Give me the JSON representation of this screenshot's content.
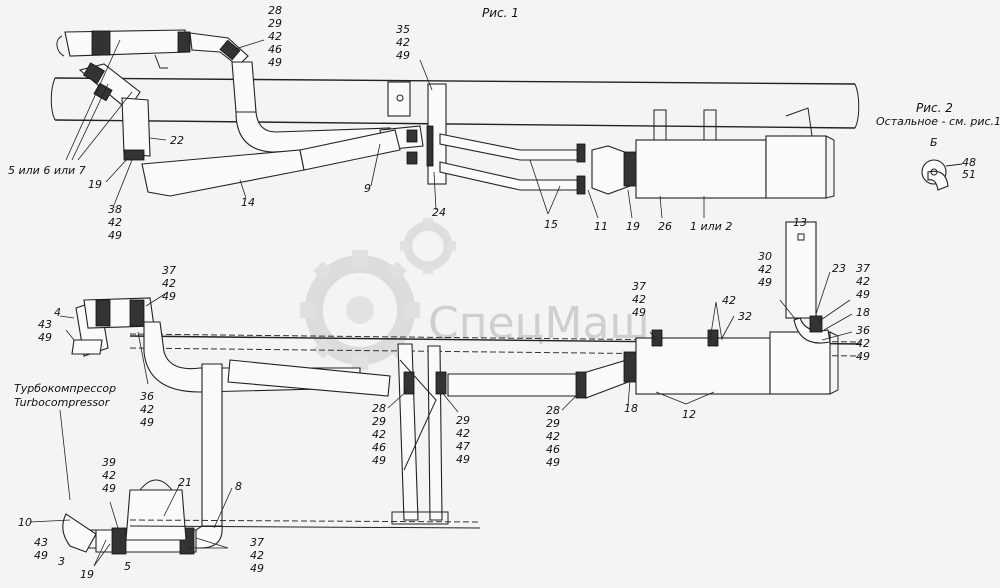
{
  "figure1": {
    "caption": "Рис. 1"
  },
  "figure2": {
    "caption": "Рис. 2",
    "subcaption": "Остальное - см. рис.1",
    "view": "Б",
    "parts": [
      "48",
      "51"
    ]
  },
  "watermark": "СпецМаш",
  "turbocharger": {
    "ru": "Турбокомпрессор",
    "en": "Turbocompressor"
  },
  "callouts_top": [
    {
      "id": "c28-top",
      "lines": [
        "28",
        "29",
        "42",
        "46",
        "49"
      ]
    },
    {
      "id": "c35",
      "lines": [
        "35",
        "42",
        "49"
      ]
    },
    {
      "id": "c22",
      "lines": [
        "22"
      ]
    },
    {
      "id": "c5or6or7",
      "lines": [
        "5 или 6 или 7"
      ]
    },
    {
      "id": "c19a",
      "lines": [
        "19"
      ]
    },
    {
      "id": "c38",
      "lines": [
        "38",
        "42",
        "49"
      ]
    },
    {
      "id": "c14",
      "lines": [
        "14"
      ]
    },
    {
      "id": "c9",
      "lines": [
        "9"
      ]
    },
    {
      "id": "c24",
      "lines": [
        "24"
      ]
    },
    {
      "id": "c15",
      "lines": [
        "15"
      ]
    },
    {
      "id": "c11",
      "lines": [
        "11"
      ]
    },
    {
      "id": "c19b",
      "lines": [
        "19"
      ]
    },
    {
      "id": "c26",
      "lines": [
        "26"
      ]
    },
    {
      "id": "c1or2",
      "lines": [
        "1 или 2"
      ]
    }
  ],
  "callouts_bottom": [
    {
      "id": "c13",
      "lines": [
        "13"
      ]
    },
    {
      "id": "c30",
      "lines": [
        "30",
        "42",
        "49"
      ]
    },
    {
      "id": "c23",
      "lines": [
        "23"
      ]
    },
    {
      "id": "c37-right",
      "lines": [
        "37",
        "42",
        "49"
      ]
    },
    {
      "id": "c18-right",
      "lines": [
        "18"
      ]
    },
    {
      "id": "c36-right",
      "lines": [
        "36",
        "42",
        "49"
      ]
    },
    {
      "id": "c37-mid",
      "lines": [
        "37",
        "42",
        "49"
      ]
    },
    {
      "id": "c42",
      "lines": [
        "42"
      ]
    },
    {
      "id": "c32",
      "lines": [
        "32"
      ]
    },
    {
      "id": "c12",
      "lines": [
        "12"
      ]
    },
    {
      "id": "c18-mid",
      "lines": [
        "18"
      ]
    },
    {
      "id": "c28-bot",
      "lines": [
        "28",
        "29",
        "42",
        "46",
        "49"
      ]
    },
    {
      "id": "c28-left",
      "lines": [
        "28",
        "29",
        "42",
        "46",
        "49"
      ]
    },
    {
      "id": "c29",
      "lines": [
        "29",
        "42",
        "47",
        "49"
      ]
    },
    {
      "id": "c37-left",
      "lines": [
        "37",
        "42",
        "49"
      ]
    },
    {
      "id": "c4",
      "lines": [
        "4"
      ]
    },
    {
      "id": "c43-top",
      "lines": [
        "43",
        "49"
      ]
    },
    {
      "id": "c36-left",
      "lines": [
        "36",
        "42",
        "49"
      ]
    },
    {
      "id": "c39",
      "lines": [
        "39",
        "42",
        "49"
      ]
    },
    {
      "id": "c21",
      "lines": [
        "21"
      ]
    },
    {
      "id": "c8",
      "lines": [
        "8"
      ]
    },
    {
      "id": "c10",
      "lines": [
        "10"
      ]
    },
    {
      "id": "c43-bot",
      "lines": [
        "43",
        "49"
      ]
    },
    {
      "id": "c3",
      "lines": [
        "3"
      ]
    },
    {
      "id": "c19c",
      "lines": [
        "19"
      ]
    },
    {
      "id": "c5",
      "lines": [
        "5"
      ]
    },
    {
      "id": "c37-bot",
      "lines": [
        "37",
        "42",
        "49"
      ]
    }
  ]
}
